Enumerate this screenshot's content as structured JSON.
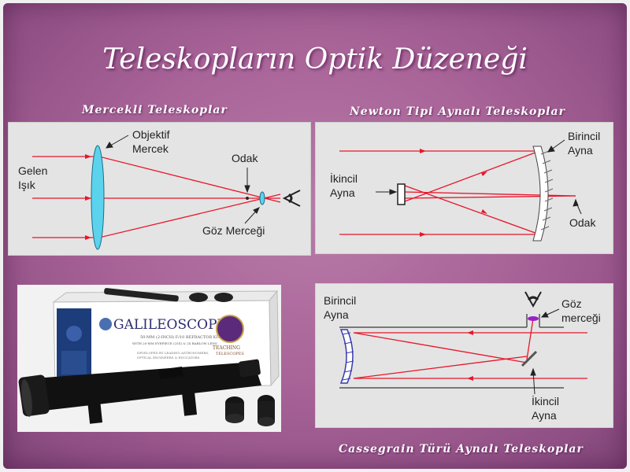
{
  "title": "Teleskopların Optik Düzeneği",
  "captions": {
    "refractor": "Mercekli Teleskoplar",
    "newtonian": "Newton Tipi Aynalı Teleskoplar",
    "cassegrain": "Cassegrain Türü Aynalı Teleskoplar"
  },
  "refractor": {
    "incoming_light_line1": "Gelen",
    "incoming_light_line2": "Işık",
    "objective_line1": "Objektif",
    "objective_line2": "Mercek",
    "focus": "Odak",
    "eyepiece": "Göz Merceği"
  },
  "newtonian": {
    "primary_line1": "Birincil",
    "primary_line2": "Ayna",
    "secondary_line1": "İkincil",
    "secondary_line2": "Ayna",
    "focus": "Odak"
  },
  "cassegrain": {
    "primary_line1": "Birincil",
    "primary_line2": "Ayna",
    "eyepiece_line1": "Göz",
    "eyepiece_line2": "merceği",
    "secondary_line1": "İkincil",
    "secondary_line2": "Ayna"
  },
  "product": {
    "name": "GALILEOSCOPE",
    "subtitle": "50-MM (2-INCH) F/10 REFRACTOR KIT",
    "line2": "WITH 20-MM EYEPIECE (25X) & 2X BARLOW LENS",
    "line3": "DEVELOPED BY LEADING ASTRONOMERS,",
    "line4": "OPTICAL ENGINEERS & EDUCATORS",
    "badge": "TEACHING",
    "badge2": "TELESCOPES"
  },
  "colors": {
    "ray": "#e8162b",
    "lens": "#5cd3ec",
    "mirror_hatch": "#555555",
    "eyepiece_purple": "#9b1fc9"
  }
}
